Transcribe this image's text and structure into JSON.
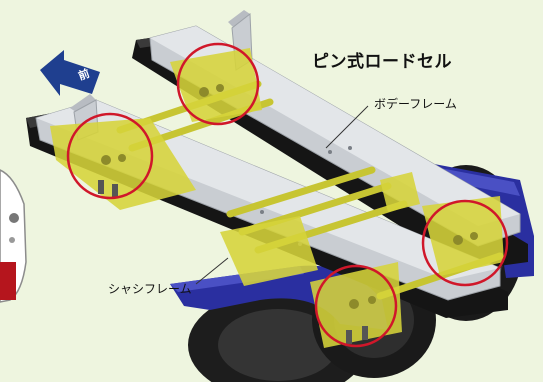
{
  "diagram": {
    "title": "ピン式ロードセル",
    "labels": {
      "body_frame": "ボデーフレーム",
      "chassis_frame": "シャシフレーム"
    },
    "direction_arrow": {
      "text": "前",
      "color": "#1f3f8f"
    },
    "highlight_circle_count": 4,
    "colors": {
      "background": "#eef5df",
      "body_frame": "#c9cdd2",
      "chassis_frame": "#151515",
      "pin_load_cell_brackets": "#d6d43a",
      "fenders": "#2a2fa0",
      "highlight_circles": "#d0172a"
    }
  }
}
